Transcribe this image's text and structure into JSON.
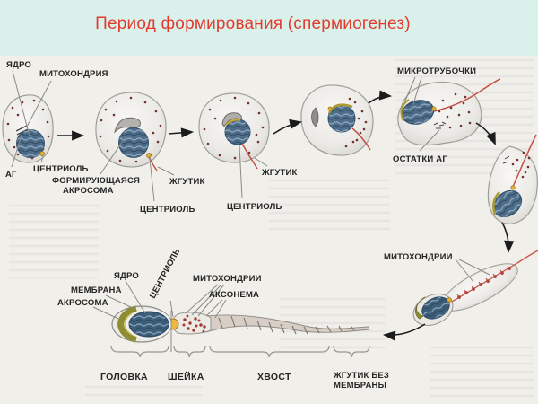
{
  "title": "Период формирования (спермиогенез)",
  "colors": {
    "banner_bg": "#d9f1ea",
    "title_red": "#e23b2e",
    "page_bg": "#f1efea",
    "flagellum_red": "#c45248",
    "nucleus_blue": "#4d6d8b",
    "acrosome_olive": "#8f8d30",
    "centriole_yellow": "#e2b12f",
    "label_text": "#242424"
  },
  "callouts": {
    "nucleus1": "ЯДРО",
    "mitochondrion": "МИТОХОНДРИЯ",
    "golgi": "АГ",
    "centriole1": "ЦЕНТРИОЛЬ",
    "forming1": "ФОРМИРУЮЩАЯСЯ",
    "forming2": "АКРОСОМА",
    "flagellum2": "ЖГУТИК",
    "centriole2": "ЦЕНТРИОЛЬ",
    "flagellum3": "ЖГУТИК",
    "centriole3": "ЦЕНТРИОЛЬ",
    "microtubules": "МИКРОТРУБОЧКИ",
    "golgi_remnants": "ОСТАТКИ АГ",
    "mitochondria_spermatid": "МИТОХОНДРИИ",
    "nucleus_sperm": "ЯДРО",
    "membrane": "МЕМБРАНА",
    "acrosome_sperm": "АКРОСОМА",
    "centriole_sperm": "ЦЕНТРИОЛЬ",
    "mitochondria_sperm": "МИТОХОНДРИИ",
    "axoneme": "АКСОНЕМА"
  },
  "regions": {
    "head": "ГОЛОВКА",
    "neck": "ШЕЙКА",
    "tail": "ХВОСТ",
    "naked_flagellum_1": "ЖГУТИК БЕЗ",
    "naked_flagellum_2": "МЕМБРАНЫ"
  }
}
